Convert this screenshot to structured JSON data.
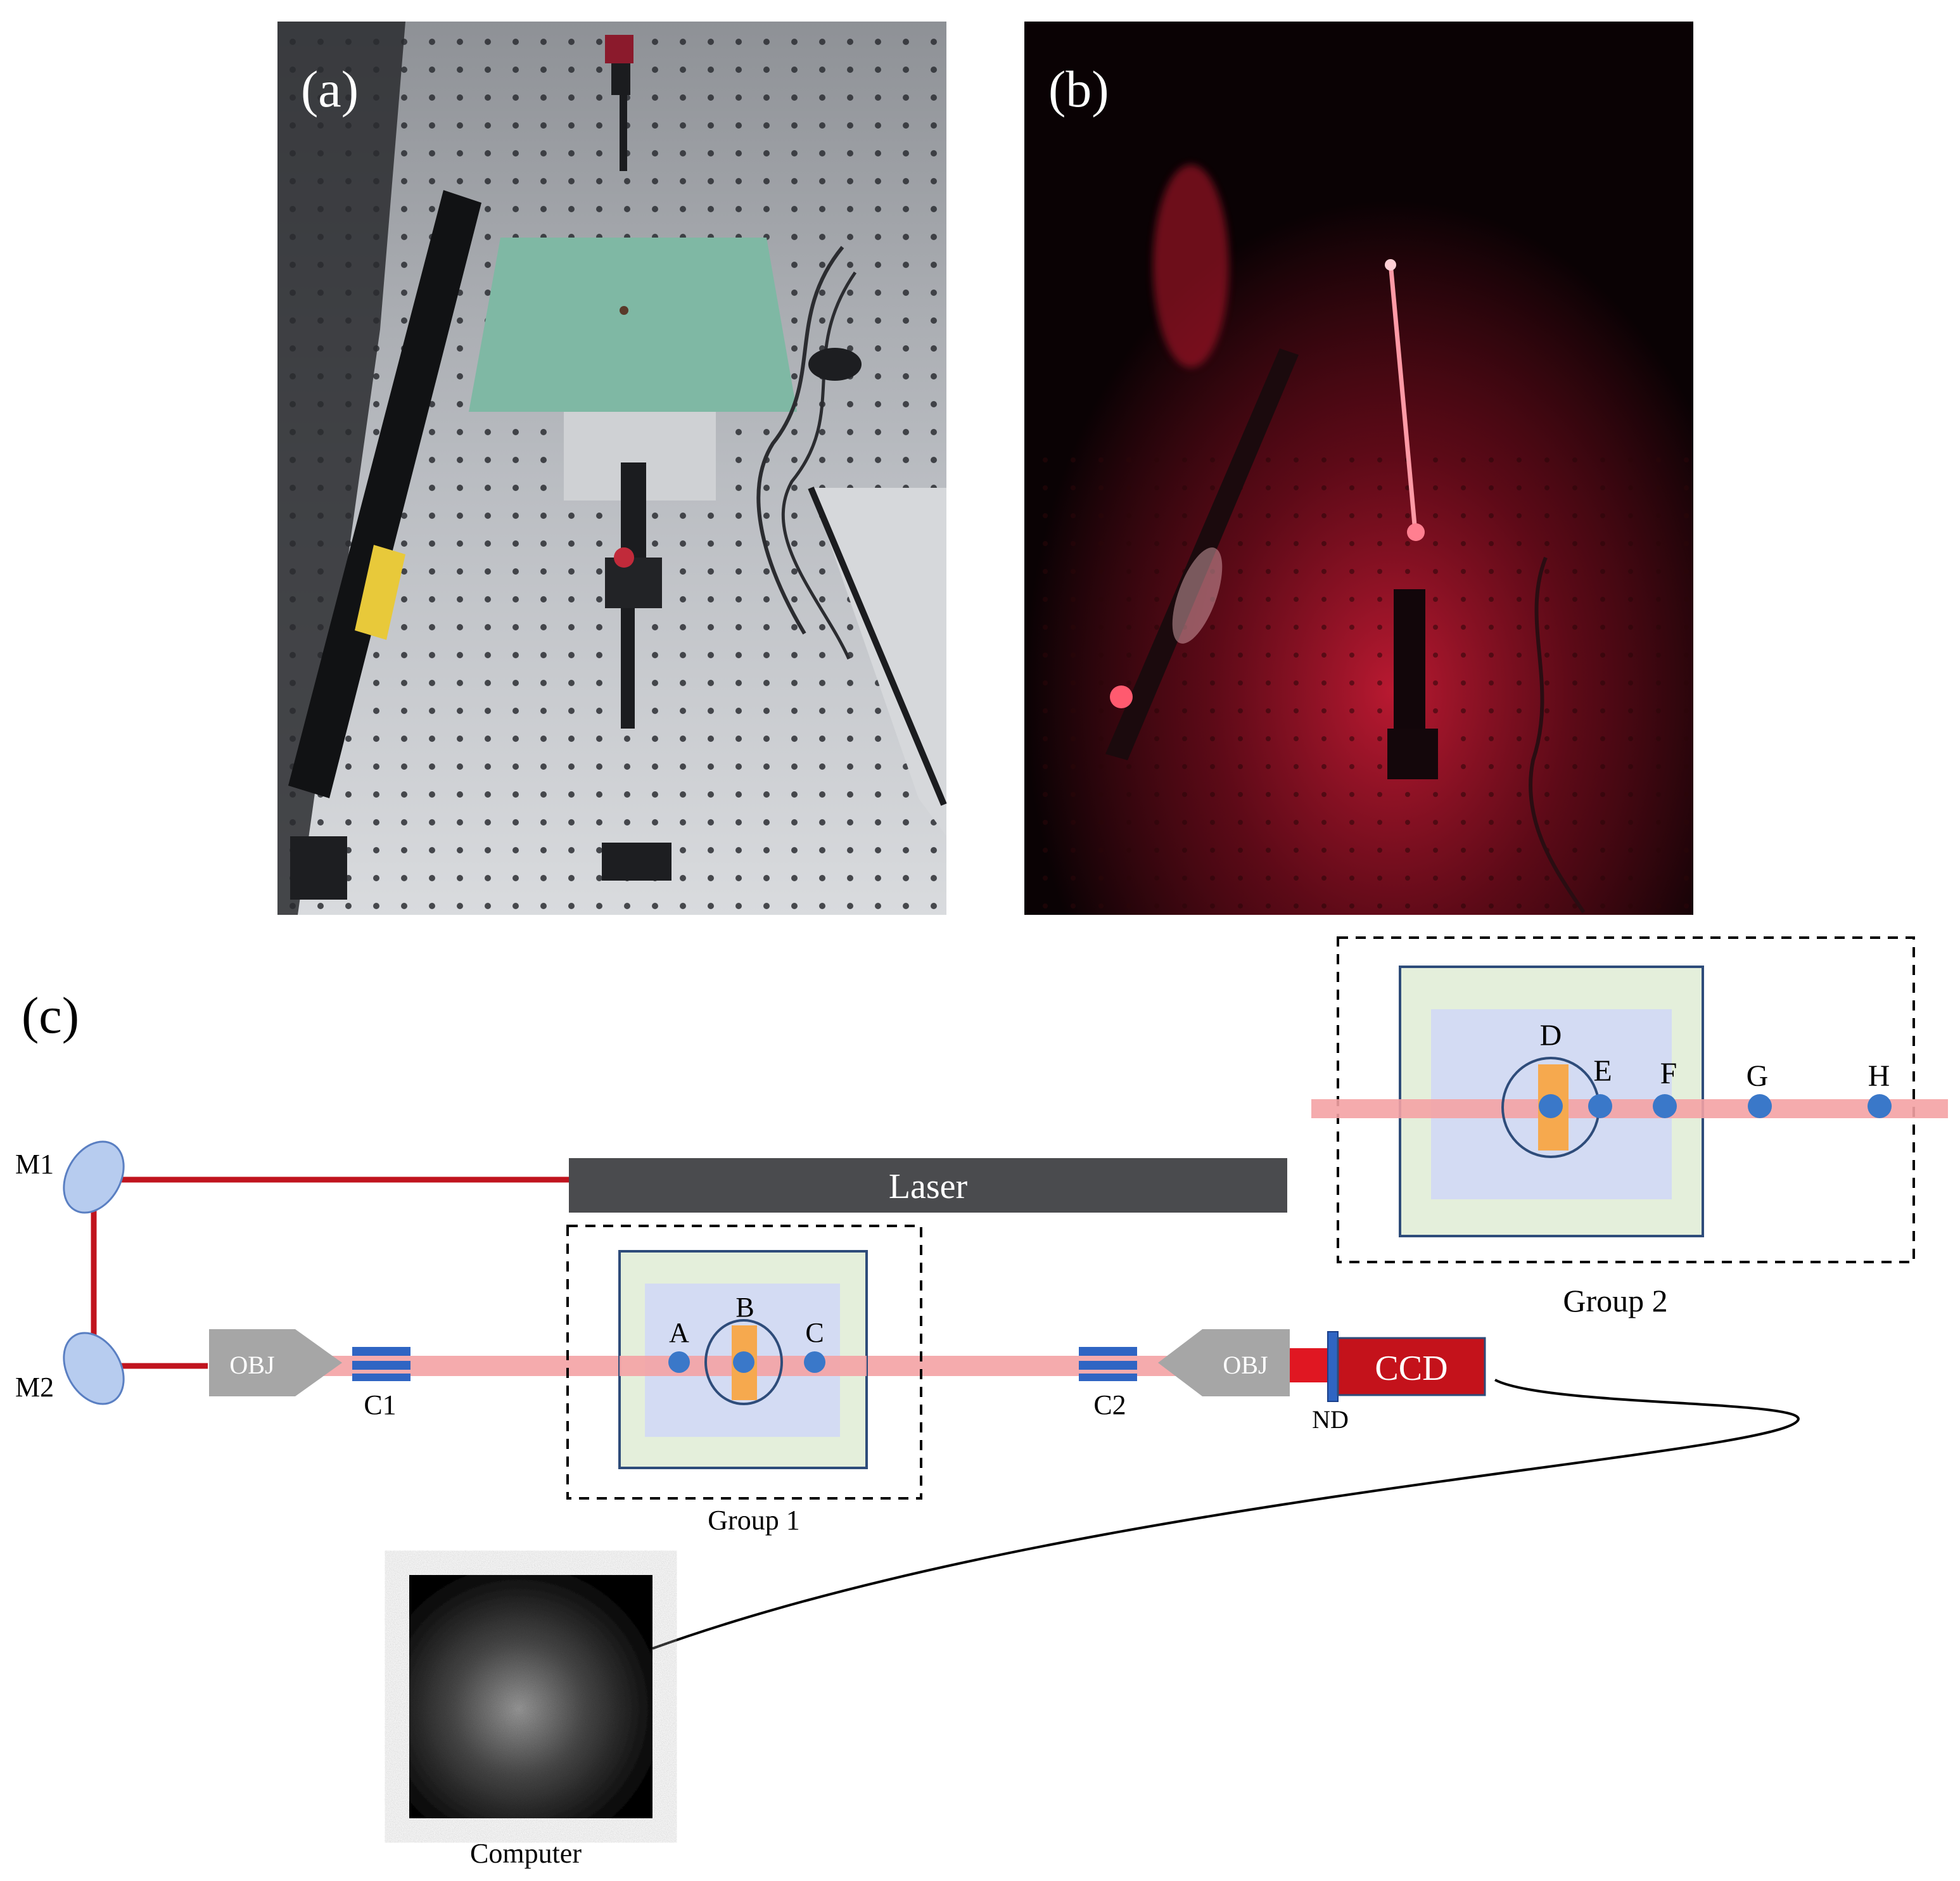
{
  "panels": {
    "a": {
      "label": "(a)"
    },
    "b": {
      "label": "(b)"
    },
    "c": {
      "label": "(c)"
    }
  },
  "components": {
    "laser": "Laser",
    "mirror1": "M1",
    "mirror2": "M2",
    "objective1": "OBJ",
    "objective2": "OBJ",
    "cuvette1": "C1",
    "cuvette2": "C2",
    "nd_filter": "ND",
    "ccd": "CCD",
    "computer": "Computer"
  },
  "groups": {
    "group1": {
      "label": "Group 1",
      "points": [
        "A",
        "B",
        "C"
      ]
    },
    "group2": {
      "label": "Group 2",
      "points": [
        "D",
        "E",
        "F",
        "G",
        "H"
      ]
    }
  },
  "colors": {
    "laser_body": "#4a4b4e",
    "beam_dark": "#c0141e",
    "beam_light": "#f4a2a4",
    "ccd_body": "#c4121b",
    "nd_filter": "#2f65c3",
    "sample_point": "#3a78c9",
    "sample_strip": "#f6a94e",
    "chamber_outer": "#e4efdb",
    "chamber_inner": "#d3dbf3",
    "chamber_border": "#2e4c7a",
    "mirror_fill": "#b7ccef",
    "objective_fill": "#a6a6a6"
  }
}
